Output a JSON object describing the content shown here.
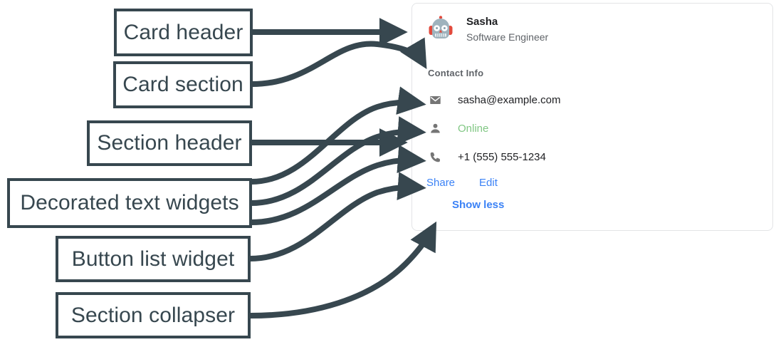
{
  "annotations": {
    "boxes": [
      {
        "id": "card-header",
        "label": "Card header"
      },
      {
        "id": "card-section",
        "label": "Card section"
      },
      {
        "id": "section-header",
        "label": "Section header"
      },
      {
        "id": "decorated-text-widgets",
        "label": "Decorated text widgets"
      },
      {
        "id": "button-list-widget",
        "label": "Button list widget"
      },
      {
        "id": "section-collapser",
        "label": "Section collapser"
      }
    ],
    "color": "#37474f"
  },
  "card": {
    "header": {
      "avatar_icon": "robot-avatar-icon",
      "title": "Sasha",
      "subtitle": "Software Engineer"
    },
    "section": {
      "header": "Contact Info",
      "rows": [
        {
          "icon": "envelope-icon",
          "text": "sasha@example.com",
          "state": "default"
        },
        {
          "icon": "person-icon",
          "text": "Online",
          "state": "online"
        },
        {
          "icon": "phone-icon",
          "text": "+1 (555) 555-1234",
          "state": "default"
        }
      ],
      "buttons": [
        {
          "label": "Share"
        },
        {
          "label": "Edit"
        }
      ],
      "collapser": {
        "label": "Show less"
      }
    }
  },
  "colors": {
    "annotation": "#37474f",
    "link": "#3b82f6",
    "online": "#81c784",
    "muted": "#5f6368",
    "text": "#202124",
    "card_border": "#e3e4e6"
  }
}
